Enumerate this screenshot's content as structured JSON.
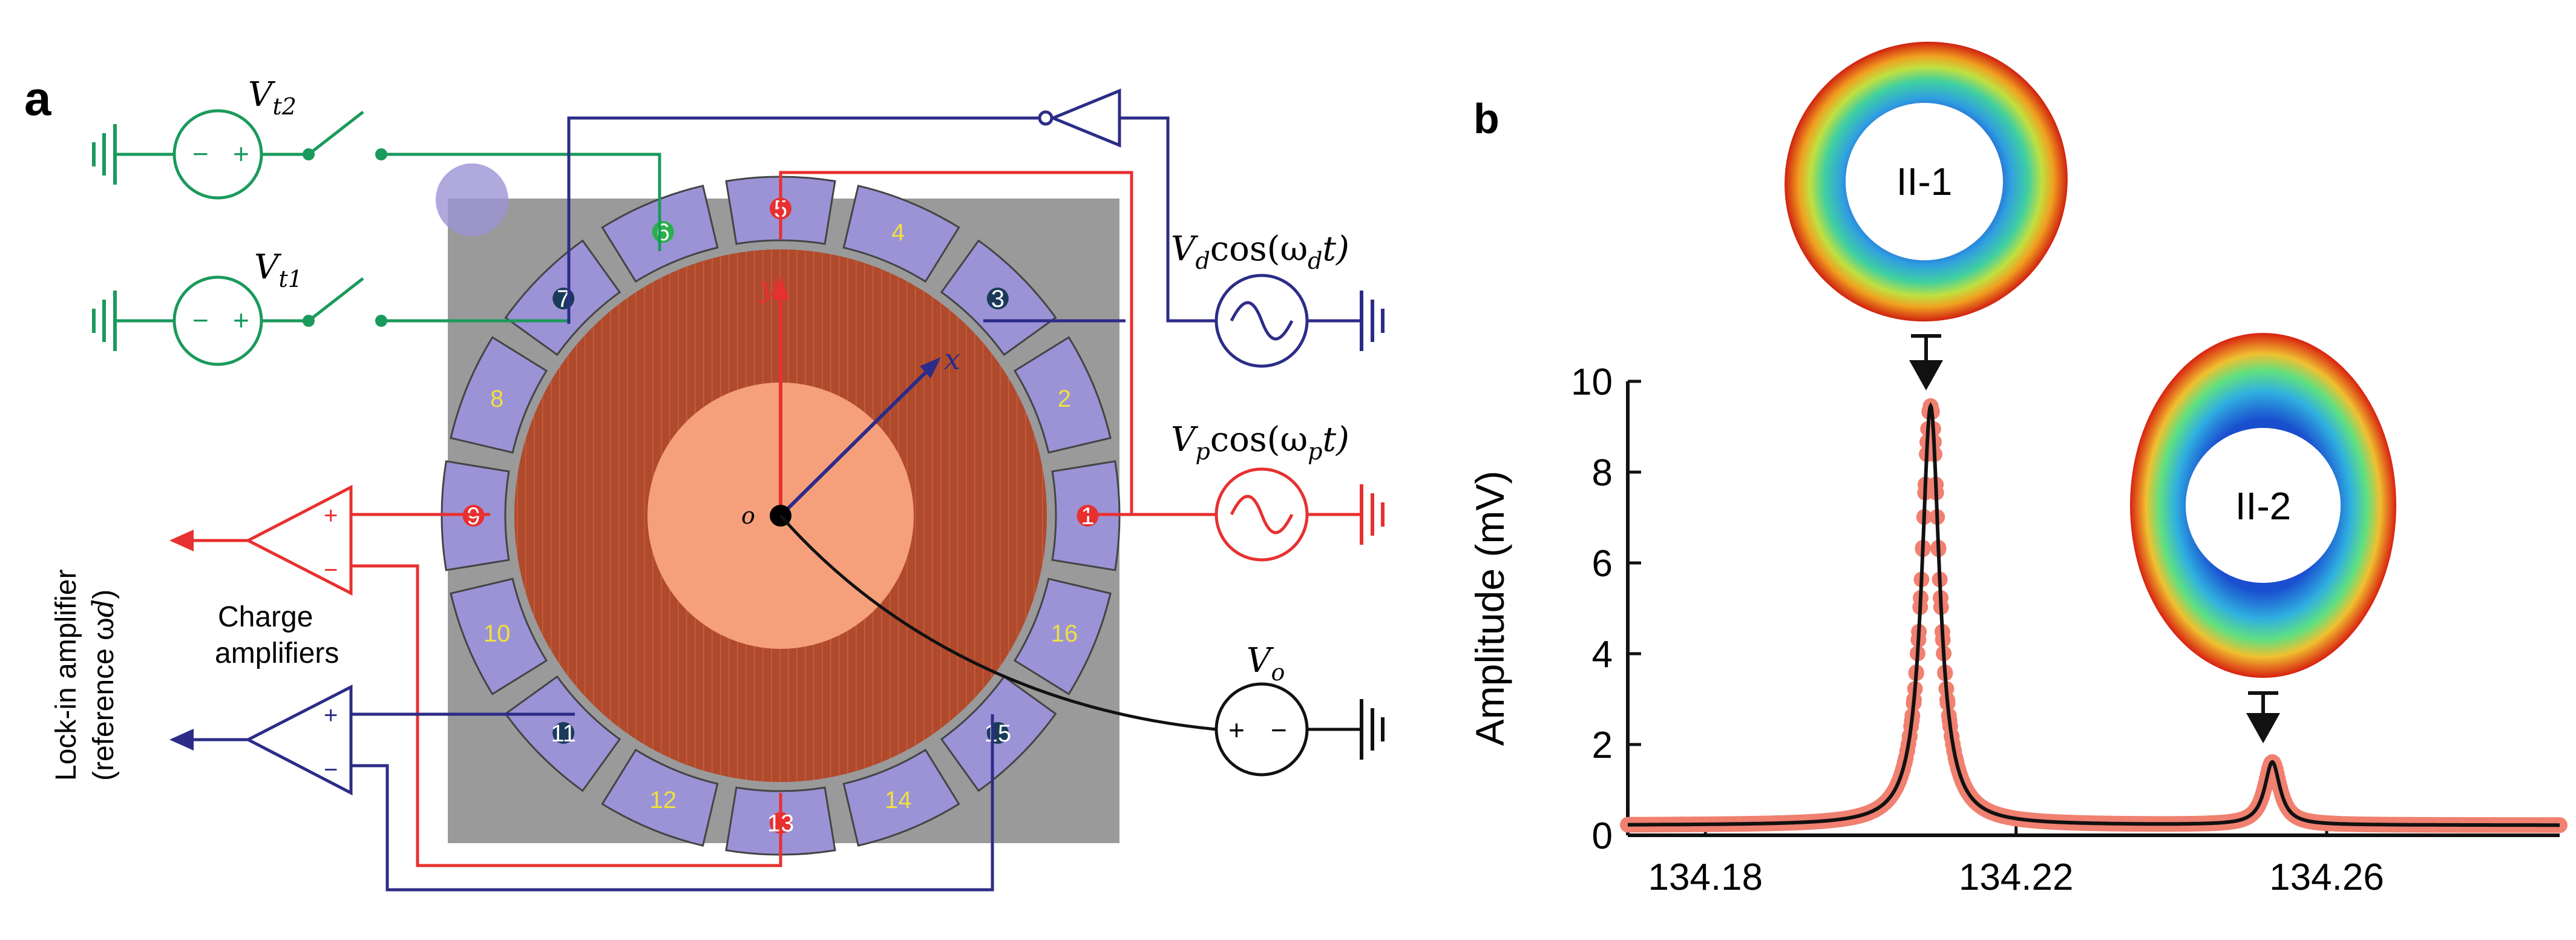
{
  "panel_a": {
    "label": "a",
    "sources": {
      "vt2": "V",
      "vt2_sub": "t2",
      "vt1": "V",
      "vt1_sub": "t1",
      "vd": "V",
      "vd_sub": "d",
      "vd_tail": "cos(ω",
      "vd_tail_sub": "d",
      "vd_tail_end": "t)",
      "vp": "V",
      "vp_sub": "p",
      "vp_tail": "cos(ω",
      "vp_tail_sub": "p",
      "vp_tail_end": "t)",
      "vo": "V",
      "vo_sub": "o"
    },
    "axis_labels": {
      "y": "y",
      "x": "x",
      "origin": "o"
    },
    "electrodes": [
      "1",
      "2",
      "3",
      "4",
      "5",
      "6",
      "7",
      "8",
      "9",
      "10",
      "11",
      "12",
      "13",
      "14",
      "15",
      "16"
    ],
    "charge_amplifiers_label_1": "Charge",
    "charge_amplifiers_label_2": "amplifiers",
    "lockin_label_1": "Lock-in amplifier",
    "lockin_label_2": "(reference ω",
    "lockin_label_2_sub": "d",
    "lockin_label_2_end": ")",
    "colors": {
      "green": "#1a9a5c",
      "red": "#e83030",
      "blue": "#2c2c88",
      "electrode": "#9b93d6",
      "ring": "#b24a2a",
      "center": "#f5a07a"
    }
  },
  "panel_b": {
    "label": "b",
    "mode_1": "II-1",
    "mode_2": "II-2"
  },
  "chart_data": {
    "type": "line",
    "xlabel": "",
    "ylabel": "Amplitude (mV)",
    "xlim": [
      134.17,
      134.29
    ],
    "ylim": [
      0,
      10
    ],
    "xticks": [
      "134.18",
      "134.22",
      "134.26"
    ],
    "yticks": [
      "0",
      "2",
      "4",
      "6",
      "8",
      "10"
    ],
    "peaks": [
      {
        "center": 134.209,
        "height": 9.3,
        "width": 0.0014
      },
      {
        "center": 134.253,
        "height": 1.45,
        "width": 0.0012
      }
    ],
    "baseline": 0.22,
    "series": [
      {
        "style": "markers",
        "color": "#f08070"
      },
      {
        "style": "line",
        "color": "#111111"
      }
    ]
  }
}
